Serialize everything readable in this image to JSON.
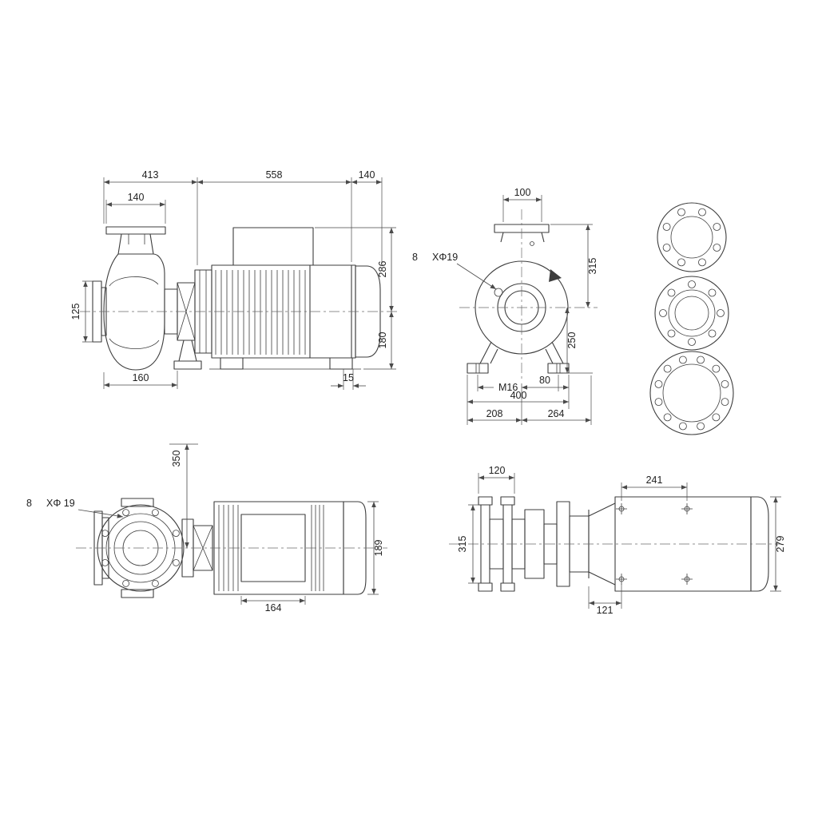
{
  "drawing": {
    "views": {
      "side": {
        "dims": {
          "pump_length": "413",
          "motor_length": "558",
          "fan_cover": "140",
          "flange_width": "140",
          "suction_port": "125",
          "height_top": "286",
          "height_bottom": "180",
          "volute_width": "160",
          "foot_offset": "15"
        }
      },
      "front": {
        "dims": {
          "discharge_port": "100",
          "bolt_count": "8",
          "bolt_size": "XΦ19",
          "flange_height": "315",
          "center_height": "250",
          "anchor_thread": "M16",
          "foot_hole_offset": "80",
          "base_width": "400",
          "base_left": "208",
          "base_right": "264"
        }
      },
      "plan": {
        "dims": {
          "flange_face": "350",
          "bolt_count": "8",
          "bolt_size": "XΦ 19",
          "motor_width": "189",
          "box_length": "164"
        }
      },
      "base": {
        "dims": {
          "flange_width": "120",
          "hole_spacing": "241",
          "flange_od": "315",
          "motor_height": "279",
          "hole_offset": "121"
        }
      }
    }
  }
}
